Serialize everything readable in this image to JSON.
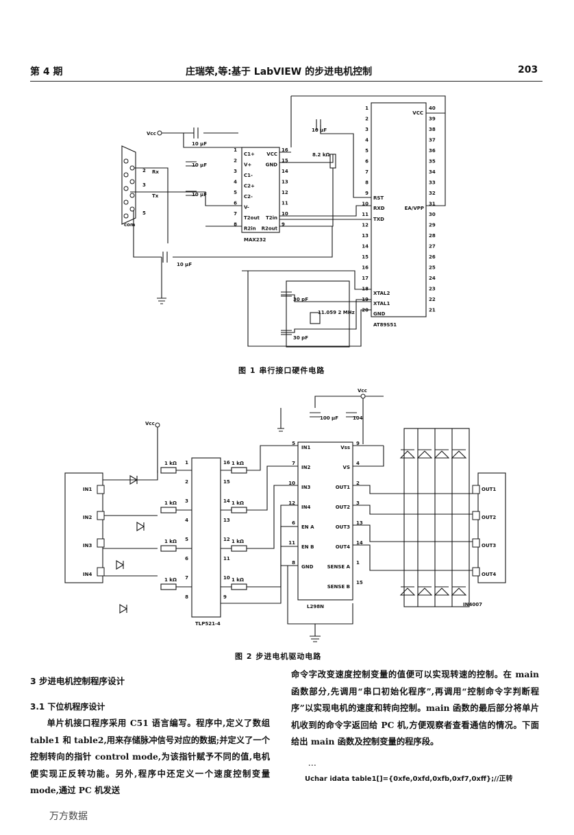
{
  "header": {
    "issue": "第 4 期",
    "title": "庄瑞荣,等:基于 LabVIEW 的步进电机控制",
    "page_no": "203"
  },
  "fig1": {
    "caption": "图 1  串行接口硬件电路",
    "labels": {
      "vcc": "Vcc",
      "cap10a": "10 μF",
      "cap10b": "10 μF",
      "cap10c": "10 μF",
      "cap10d": "10 μF",
      "cap10e": "10 μF",
      "res": "8.2 kΩ",
      "rx": "Rx",
      "tx": "Tx",
      "com": "com",
      "n2": "2",
      "n3": "3",
      "n5": "5",
      "max_name": "MAX232",
      "max_pins_left": [
        "C1+",
        "V+",
        "C1-",
        "C2+",
        "C2-",
        "V-",
        "T2out",
        "R2in"
      ],
      "max_pins_right": [
        "VCC",
        "GND",
        "",
        "",
        "",
        "",
        "T2in",
        "R2out"
      ],
      "max_nums_left": [
        "1",
        "2",
        "3",
        "4",
        "5",
        "6",
        "7",
        "8"
      ],
      "max_nums_right": [
        "16",
        "15",
        "14",
        "13",
        "12",
        "11",
        "10",
        "9"
      ],
      "mcu_name": "AT89S51",
      "mcu_nums_left": [
        "1",
        "2",
        "3",
        "4",
        "5",
        "6",
        "7",
        "8",
        "9",
        "10",
        "11",
        "12",
        "13",
        "14",
        "15",
        "16",
        "17",
        "18",
        "19",
        "20"
      ],
      "mcu_nums_right": [
        "40",
        "39",
        "38",
        "37",
        "36",
        "35",
        "34",
        "33",
        "32",
        "31",
        "30",
        "29",
        "28",
        "27",
        "26",
        "25",
        "24",
        "23",
        "22",
        "21"
      ],
      "mcu_vcc": "VCC",
      "mcu_rst": "RST",
      "mcu_rxd": "RXD",
      "mcu_txd": "TXD",
      "mcu_ea": "EA/VPP",
      "mcu_xtal2": "XTAL2",
      "mcu_xtal1": "XTAL1",
      "mcu_gnd": "GND",
      "c30a": "30 pF",
      "c30b": "30 pF",
      "xtal": "11.059 2 MHz"
    }
  },
  "fig2": {
    "caption": "图 2  步进电机驱动电路",
    "labels": {
      "vcc_top": "Vcc",
      "vcc_left": "Vcc",
      "cap100": "100 μF",
      "cap104": "104",
      "in_ports": [
        "IN1",
        "IN2",
        "IN3",
        "IN4"
      ],
      "out_ports": [
        "OUT1",
        "OUT2",
        "OUT3",
        "OUT4"
      ],
      "res_left": [
        "1 kΩ",
        "1 kΩ",
        "1 kΩ",
        "1 kΩ"
      ],
      "res_right": [
        "1 kΩ",
        "1 kΩ",
        "1 kΩ",
        "1 kΩ"
      ],
      "opto_left": [
        "1",
        "2",
        "3",
        "4",
        "5",
        "6",
        "7",
        "8"
      ],
      "opto_right": [
        "16",
        "15",
        "14",
        "13",
        "12",
        "11",
        "10",
        "9"
      ],
      "opto_name": "TLP521-4",
      "l298_left_pins": [
        "IN1",
        "IN2",
        "IN3",
        "IN4",
        "EN A",
        "EN B",
        "GND"
      ],
      "l298_left_nums": [
        "5",
        "7",
        "10",
        "12",
        "6",
        "11",
        "8"
      ],
      "l298_right_pins": [
        "Vss",
        "VS",
        "OUT1",
        "OUT2",
        "OUT3",
        "OUT4",
        "SENSE A",
        "SENSE B"
      ],
      "l298_right_nums": [
        "9",
        "4",
        "2",
        "3",
        "13",
        "14",
        "1",
        "15"
      ],
      "l298_name": "L298N",
      "diode": "IN4007"
    }
  },
  "body": {
    "sec3_title": "3  步进电机控制程序设计",
    "sec31_title": "3.1  下位机程序设计",
    "left_para": "单片机接口程序采用 C51 语言编写。程序中,定义了数组 table1 和 table2,用来存储脉冲信号对应的数据;并定义了一个控制转向的指针 control mode,为该指针赋予不同的值,电机便实现正反转功能。另外,程序中还定义一个速度控制变量 mode,通过 PC 机发送",
    "right_para": "命令字改变速度控制变量的值便可以实现转速的控制。在 main 函数部分,先调用“串口初始化程序”,再调用“控制命令字判断程序”以实现电机的速度和转向控制。main 函数的最后部分将单片机收到的命令字返回给 PC 机,方便观察者查看通信的情况。下面给出 main 函数及控制变量的程序段。",
    "ellipsis": "…",
    "code_line": "Uchar idata table1[]={0xfe,0xfd,0xfb,0xf7,0xff};//正转"
  },
  "watermark": "万方数据"
}
